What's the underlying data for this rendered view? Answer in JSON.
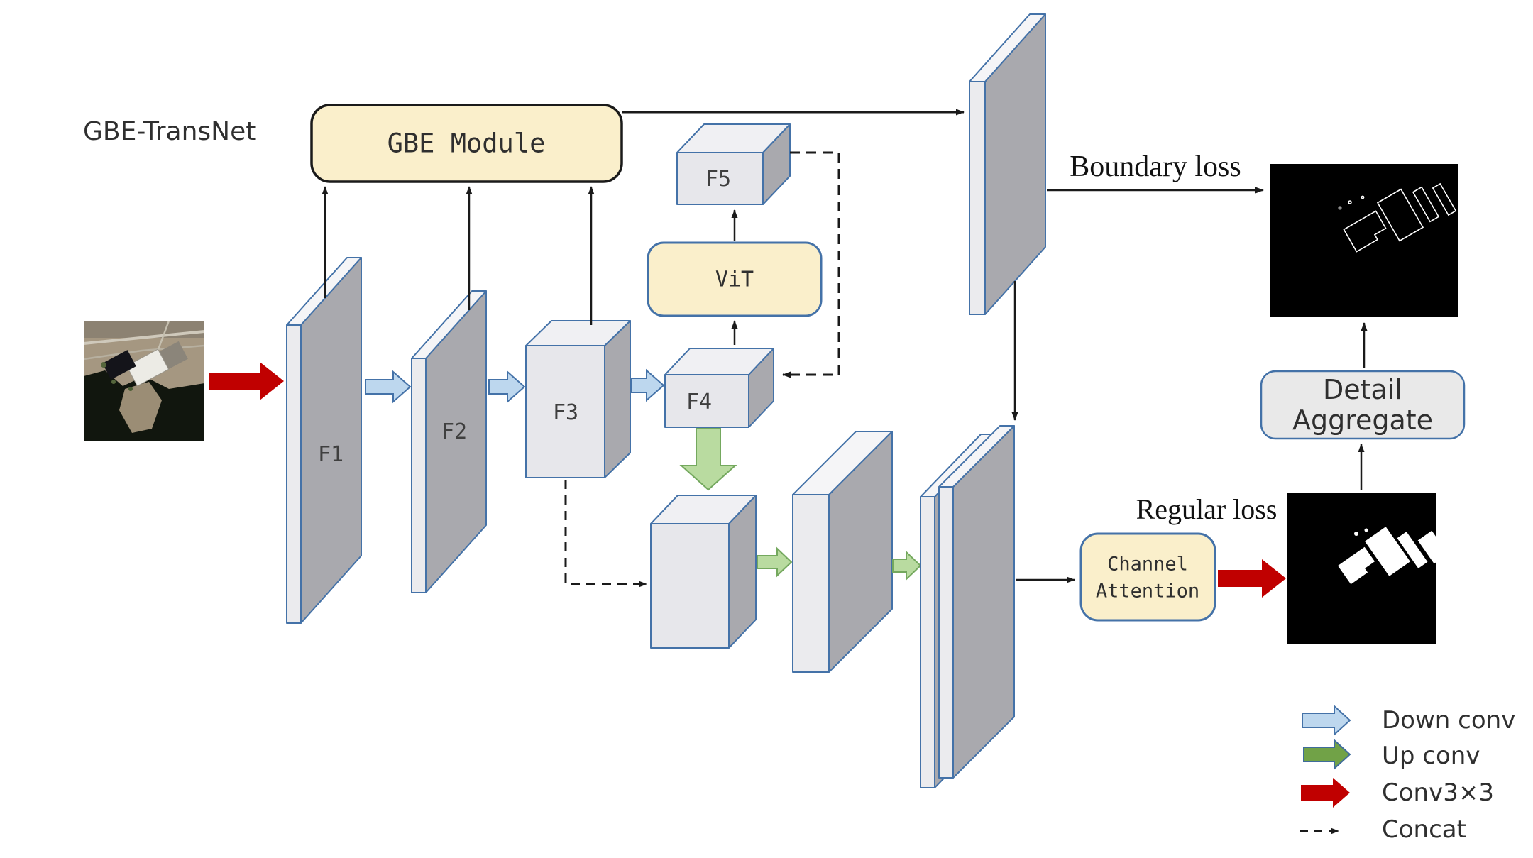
{
  "title": "GBE-TransNet",
  "modules": {
    "gbe_module": "GBE Module",
    "vit": "ViT",
    "channel_attention": {
      "line1": "Channel",
      "line2": "Attention"
    },
    "detail_aggregate": {
      "line1": "Detail",
      "line2": "Aggregate"
    }
  },
  "features": {
    "f1": "F1",
    "f2": "F2",
    "f3": "F3",
    "f4": "F4",
    "f5": "F5"
  },
  "losses": {
    "boundary": "Boundary loss",
    "regular": "Regular loss"
  },
  "legend": {
    "items": [
      {
        "icon": "down-conv-arrow",
        "label": "Down conv",
        "fill": "#BDD7EE"
      },
      {
        "icon": "up-conv-arrow",
        "label": "Up conv",
        "fill": "#71A247"
      },
      {
        "icon": "conv3x3-arrow",
        "label": "Conv3×3",
        "fill": "#C00000"
      },
      {
        "icon": "concat-arrow",
        "label": "Concat",
        "fill": "#1A1A1A"
      }
    ]
  },
  "colors": {
    "module_fill": "#FAEFCB",
    "module_border_dark": "#1A1A1A",
    "box_border_blue": "#4472A8",
    "slab_front": "#EBEBEE",
    "slab_top": "#F5F5F7",
    "slab_side": "#A9A9AE",
    "down_conv_fill": "#BDD7EE",
    "up_conv_fill": "#B9DBA0",
    "conv3x3_fill": "#C00000",
    "detail_aggregate_fill": "#E9E9E9",
    "mask_background": "#000000",
    "mask_foreground": "#FFFFFF",
    "background": "#FFFFFF"
  }
}
